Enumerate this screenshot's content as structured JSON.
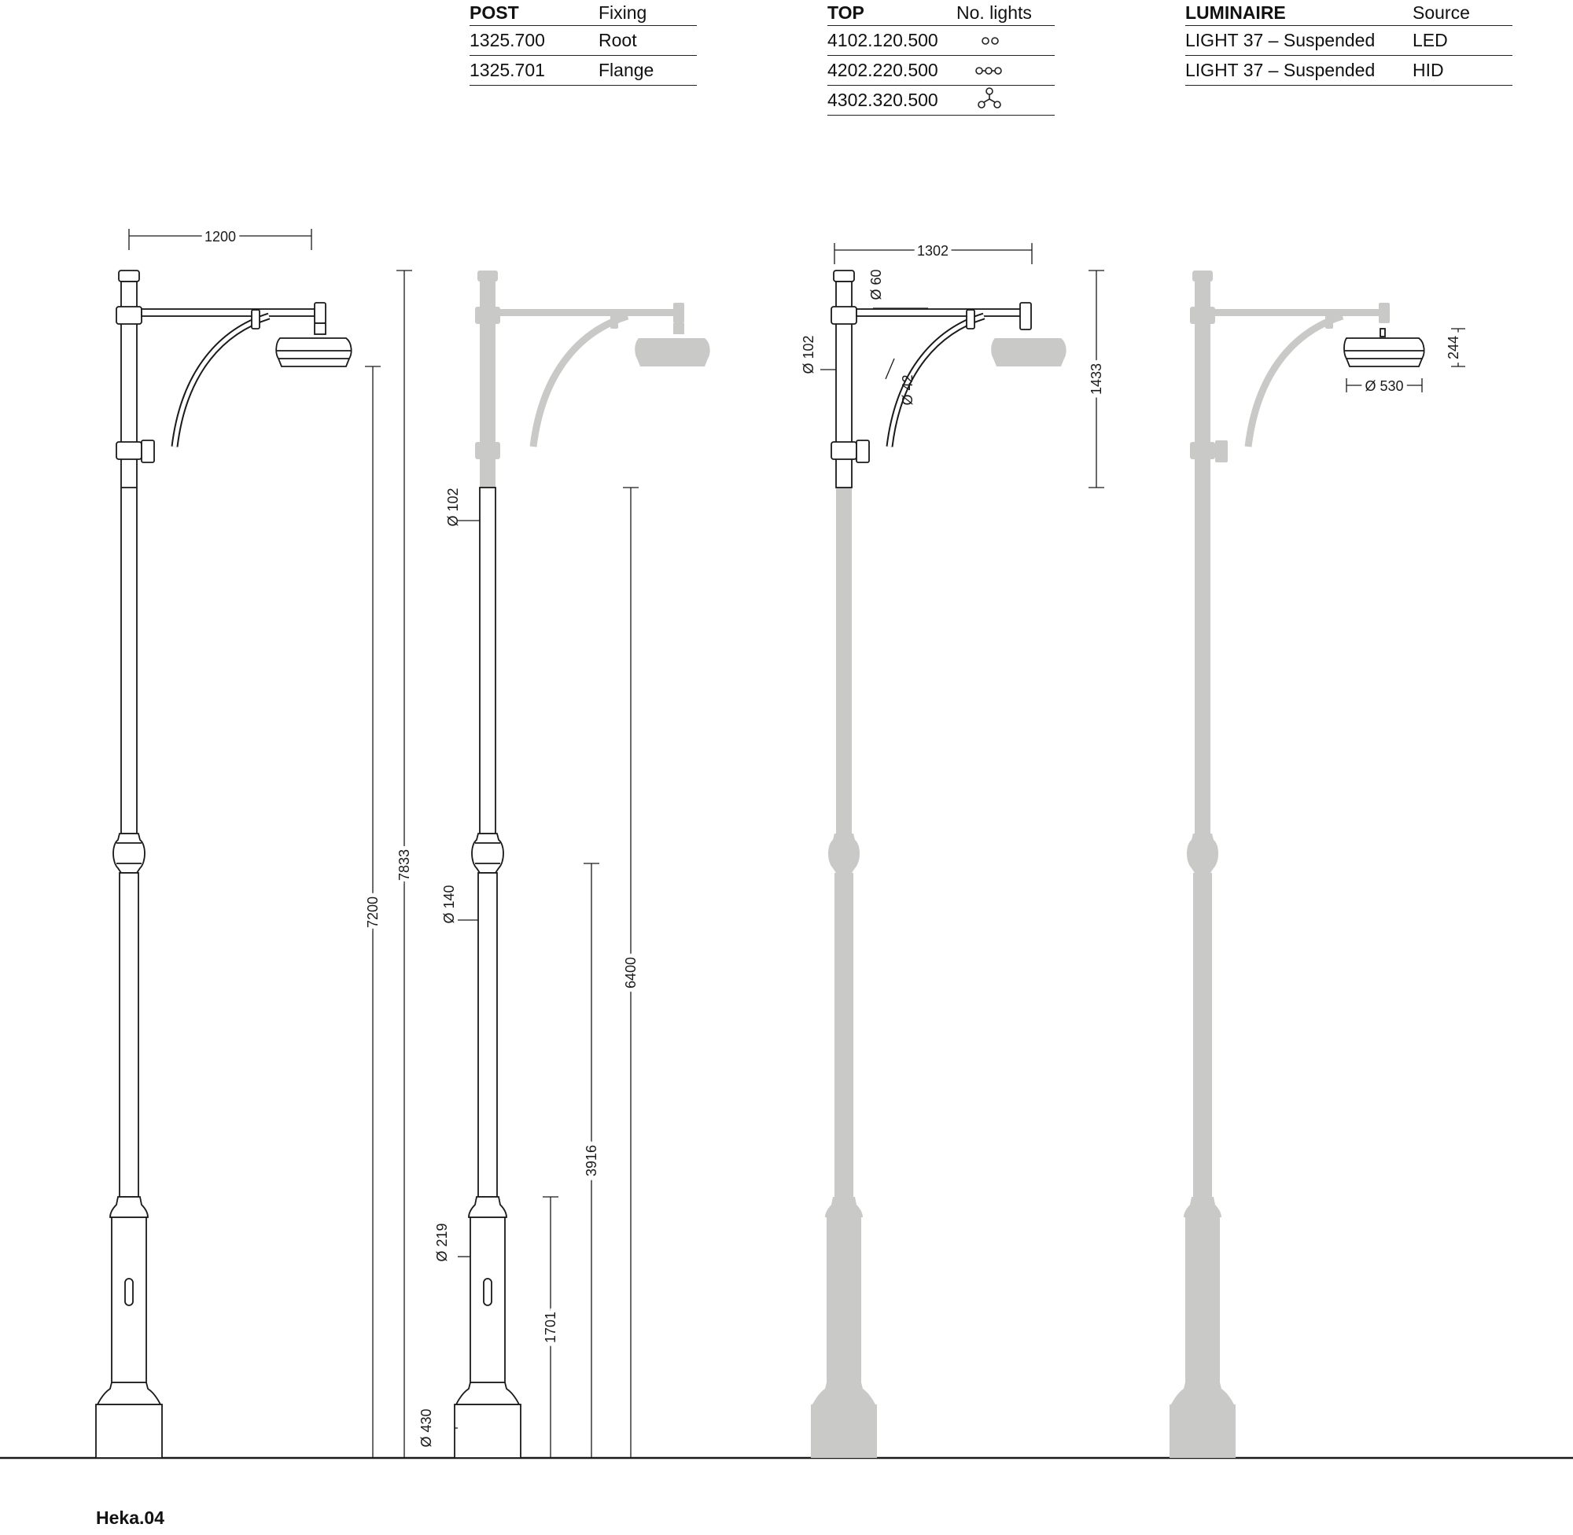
{
  "post_table": {
    "headers": [
      "POST",
      "Fixing"
    ],
    "rows": [
      [
        "1325.700",
        "Root"
      ],
      [
        "1325.701",
        "Flange"
      ]
    ]
  },
  "top_table": {
    "headers": [
      "TOP",
      "No. lights"
    ],
    "rows": [
      {
        "code": "4102.120.500",
        "icon": "two-lights-icon"
      },
      {
        "code": "4202.220.500",
        "icon": "three-lights-inline-icon"
      },
      {
        "code": "4302.320.500",
        "icon": "three-lights-triangle-icon"
      }
    ]
  },
  "luminaire_table": {
    "headers": [
      "LUMINAIRE",
      "Source"
    ],
    "rows": [
      [
        "LIGHT 37 – Suspended",
        "LED"
      ],
      [
        "LIGHT 37 – Suspended",
        "HID"
      ]
    ]
  },
  "dimensions": {
    "arm_reach": "1200",
    "height_to_luminaire": "7200",
    "total_height": "7833",
    "shaft_diameter": "Ø 102",
    "mid_diameter": "Ø 140",
    "base_diameter": "Ø 219",
    "foot_diameter": "Ø 430",
    "base_height": "1701",
    "mid_height": "3916",
    "post_height": "6400",
    "top_reach": "1302",
    "top_post_diameter": "Ø 102",
    "top_cap_diameter": "Ø 60",
    "arm_diameter": "Ø 42",
    "top_height": "1433",
    "lum_diameter": "Ø 530",
    "lum_height": "244"
  },
  "colors": {
    "line": "#1a1a1a",
    "grey": "#c9c9c7"
  },
  "footer": "Heka.04"
}
